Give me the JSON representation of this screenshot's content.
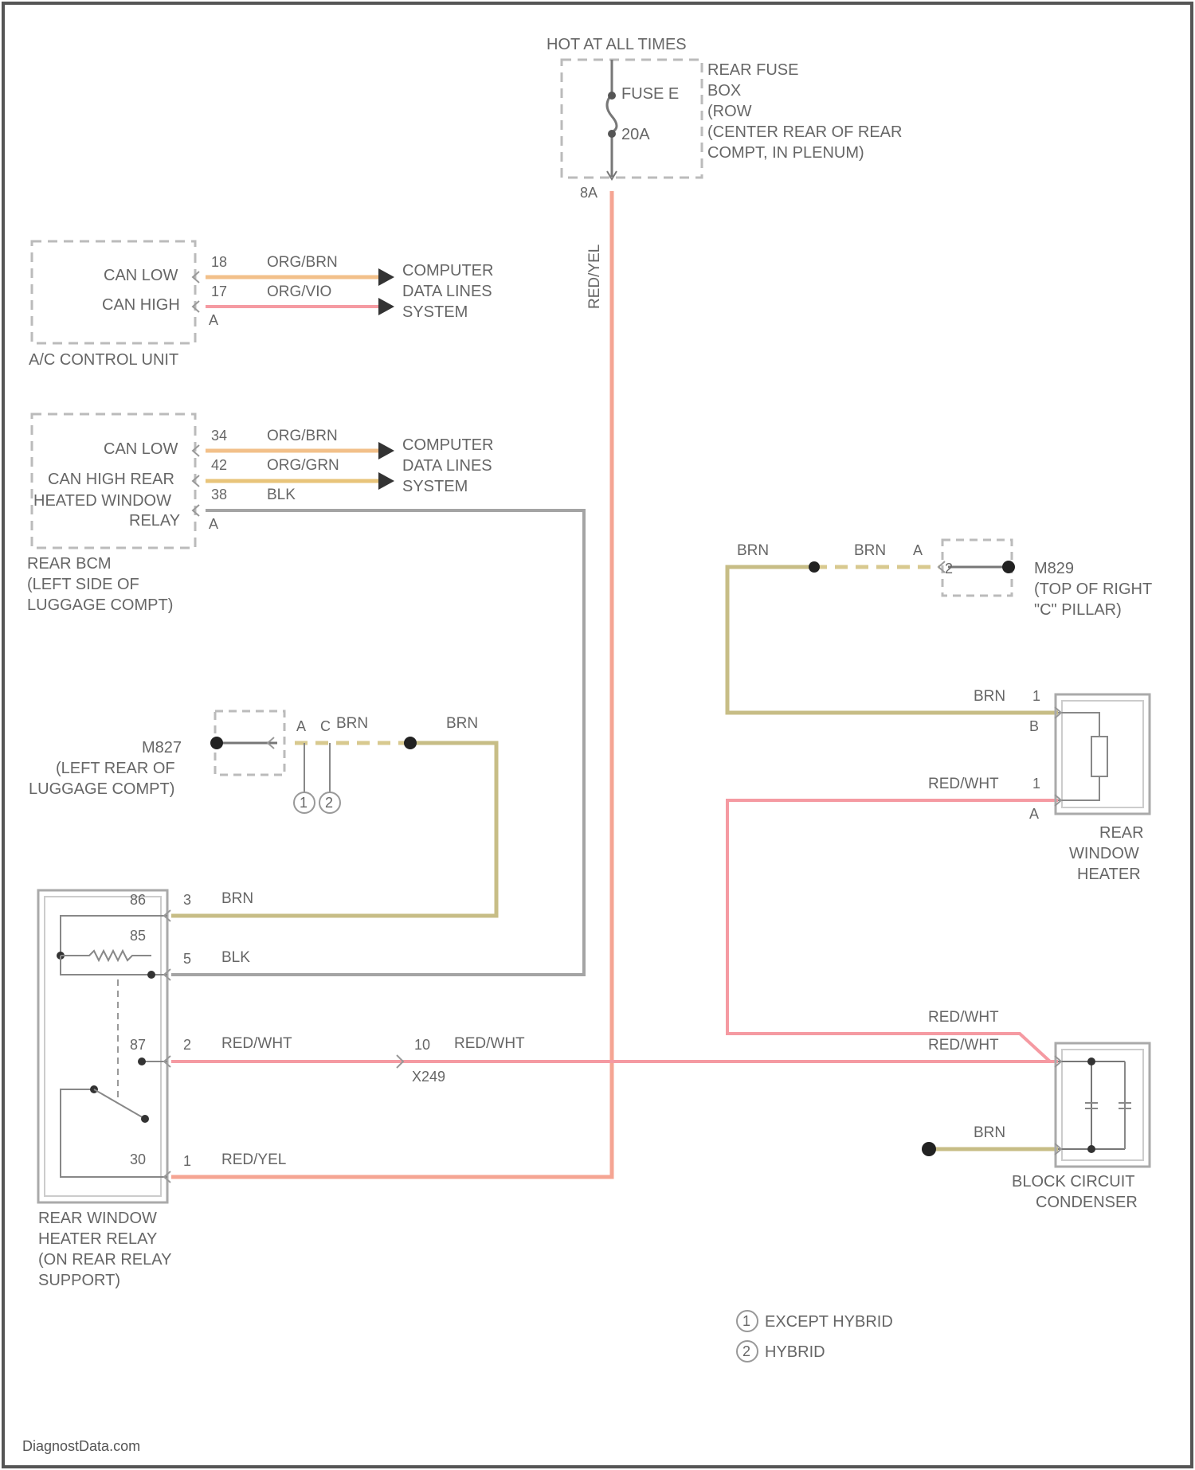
{
  "colors": {
    "red_yellow_wire": "#f5a593",
    "red_white_wire": "#f59aa2",
    "org_brown_wire": "#f2c08a",
    "brown_wire": "#c7bd86",
    "black_wire": "#a4a4a4",
    "component_outline": "#b7b7b7",
    "text": "#666666"
  },
  "power": {
    "header": "HOT AT ALL TIMES",
    "fuse_label": "FUSE E",
    "fuse_rating": "20A",
    "terminal": "8A",
    "box_lines": [
      "REAR FUSE",
      "BOX",
      "(ROW",
      "(CENTER REAR OF REAR",
      "COMPT, IN PLENUM)"
    ]
  },
  "ac_unit": {
    "name": "A/C CONTROL UNIT",
    "pins": [
      {
        "label": "CAN LOW",
        "number": "18",
        "wire": "ORG/BRN"
      },
      {
        "label": "CAN HIGH",
        "number": "17",
        "wire": "ORG/VIO"
      }
    ],
    "connector": "A",
    "dest_lines": [
      "COMPUTER",
      "DATA LINES",
      "SYSTEM"
    ]
  },
  "rear_bcm": {
    "pins": [
      {
        "label": "CAN LOW",
        "number": "34",
        "wire": "ORG/BRN"
      },
      {
        "label": "CAN HIGH REAR",
        "number": "42",
        "wire": "ORG/GRN"
      },
      {
        "label": "HEATED WINDOW",
        "number": "38",
        "wire": "BLK"
      }
    ],
    "label_extra": "RELAY",
    "connector": "A",
    "dest_lines": [
      "COMPUTER",
      "DATA LINES",
      "SYSTEM"
    ],
    "name_lines": [
      "REAR BCM",
      "(LEFT SIDE OF",
      "LUGGAGE COMPT)"
    ]
  },
  "riser_wire": "RED/YEL",
  "ground_m827": {
    "name_lines": [
      "M827",
      "(LEFT REAR OF",
      "LUGGAGE COMPT)"
    ],
    "conn_a": "A",
    "conn_c": "C",
    "wire1": "BRN",
    "wire2": "BRN",
    "legend_1": "1",
    "legend_2": "2"
  },
  "ground_m829": {
    "name_lines": [
      "M829",
      "(TOP OF RIGHT",
      "\"C\" PILLAR)"
    ],
    "wire1": "BRN",
    "wire2": "BRN",
    "conn": "A",
    "pin": "2"
  },
  "relay": {
    "terminals": [
      "86",
      "85",
      "87",
      "30"
    ],
    "pins": [
      "3",
      "5",
      "2",
      "1"
    ],
    "wires": [
      "BRN",
      "BLK",
      "RED/WHT",
      "RED/YEL"
    ],
    "name_lines": [
      "REAR WINDOW",
      "HEATER RELAY",
      "(ON REAR RELAY",
      "SUPPORT)"
    ]
  },
  "inline_connector": {
    "number": "10",
    "name": "X249",
    "wire_out": "RED/WHT"
  },
  "heater": {
    "pins": [
      "1",
      "1"
    ],
    "connectors": [
      "B",
      "A"
    ],
    "wires": [
      "BRN",
      "RED/WHT"
    ],
    "name_lines": [
      "REAR",
      "WINDOW",
      "HEATER"
    ]
  },
  "condenser": {
    "wires": [
      "RED/WHT",
      "RED/WHT",
      "BRN"
    ],
    "name_lines": [
      "BLOCK CIRCUIT",
      "CONDENSER"
    ]
  },
  "legend": [
    {
      "number": "1",
      "text": "EXCEPT HYBRID"
    },
    {
      "number": "2",
      "text": "HYBRID"
    }
  ],
  "watermark": "DiagnostData.com"
}
